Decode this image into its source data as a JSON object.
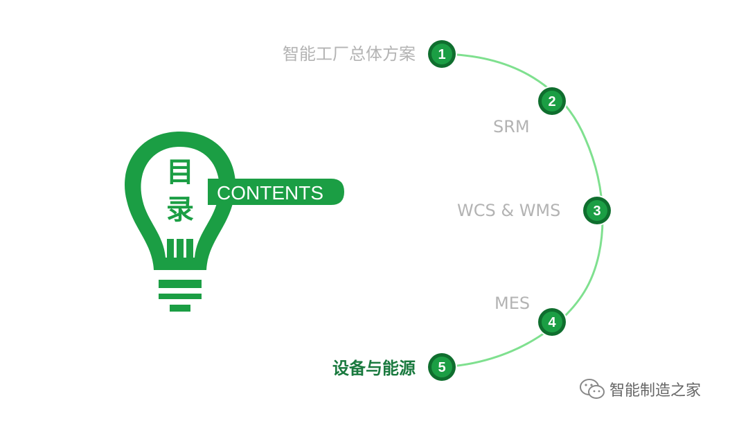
{
  "title": {
    "main": "目录",
    "char1": "目",
    "char2": "录",
    "subtitle": "CONTENTS"
  },
  "menu": {
    "items": [
      {
        "number": "1",
        "label": "智能工厂总体方案",
        "active": false
      },
      {
        "number": "2",
        "label": "SRM",
        "active": false
      },
      {
        "number": "3",
        "label": "WCS & WMS",
        "active": false
      },
      {
        "number": "4",
        "label": "MES",
        "active": false
      },
      {
        "number": "5",
        "label": "设备与能源",
        "active": true
      }
    ]
  },
  "watermark": {
    "text": "智能制造之家",
    "icon": "wechat-icon"
  },
  "colors": {
    "brand_green": "#1b9e44",
    "node_dark": "#0f6e2e",
    "arc_line": "#7fe08f",
    "inactive_text": "#b3b3b3",
    "active_text": "#1a7a3f"
  }
}
